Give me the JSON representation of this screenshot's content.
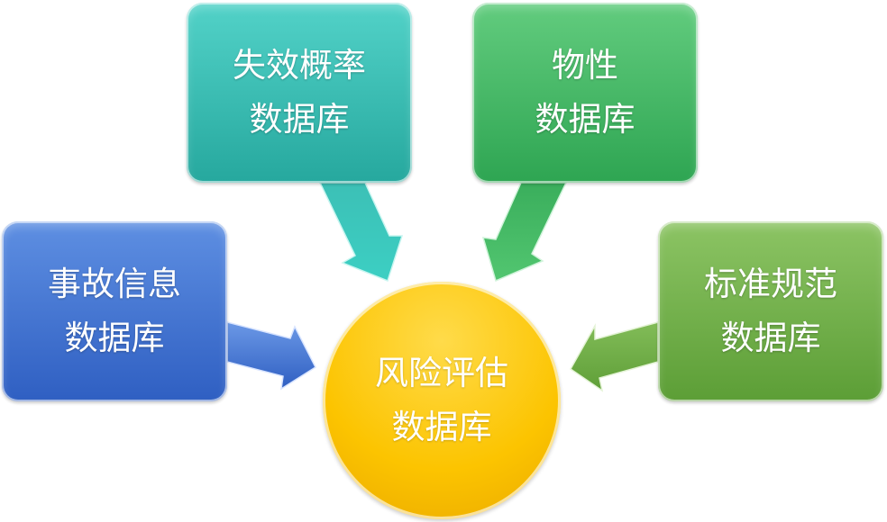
{
  "nodes": {
    "accident": {
      "line1": "事故信息",
      "line2": "数据库",
      "color": "#3f70d0"
    },
    "failure": {
      "line1": "失效概率",
      "line2": "数据库",
      "color": "#3cc0b6"
    },
    "property": {
      "line1": "物性",
      "line2": "数据库",
      "color": "#45b865"
    },
    "standard": {
      "line1": "标准规范",
      "line2": "数据库",
      "color": "#74b24c"
    },
    "center": {
      "line1": "风险评估",
      "line2": "数据库",
      "color": "#fcc400"
    }
  },
  "edges": [
    {
      "from": "accident",
      "to": "center"
    },
    {
      "from": "failure",
      "to": "center"
    },
    {
      "from": "property",
      "to": "center"
    },
    {
      "from": "standard",
      "to": "center"
    }
  ]
}
